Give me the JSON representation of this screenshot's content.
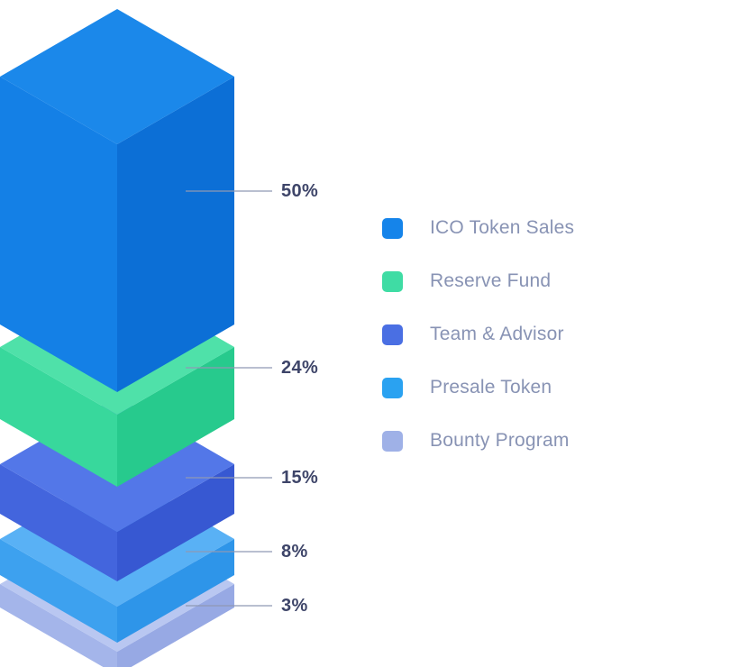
{
  "chart_data": {
    "type": "pie",
    "title": "",
    "categories": [
      "ICO Token Sales",
      "Reserve Fund",
      "Team & Advisor",
      "Presale Token",
      "Bounty Program"
    ],
    "values": [
      50,
      24,
      15,
      8,
      3
    ],
    "unit": "%",
    "data_labels": [
      "50%",
      "24%",
      "15%",
      "8%",
      "3%"
    ],
    "legend_position": "right",
    "layout_hint": "isometric stacked 3D layers, largest on top, leader lines to percentage labels"
  },
  "stack": {
    "layers": [
      {
        "id": "ico-token-sales",
        "name": "ICO Token Sales",
        "percent_label": "50%",
        "faces": {
          "top": "#1b88ea",
          "left": "#1480e6",
          "right": "#0c6fd6"
        }
      },
      {
        "id": "reserve-fund",
        "name": "Reserve Fund",
        "percent_label": "24%",
        "faces": {
          "top": "#4fe1a9",
          "left": "#38d89c",
          "right": "#27ca8d"
        }
      },
      {
        "id": "team-advisor",
        "name": "Team & Advisor",
        "percent_label": "15%",
        "faces": {
          "top": "#5377e8",
          "left": "#4365dd",
          "right": "#3758d2"
        }
      },
      {
        "id": "presale-token",
        "name": "Presale Token",
        "percent_label": "8%",
        "faces": {
          "top": "#59b1f5",
          "left": "#3da1ef",
          "right": "#2e95e9"
        }
      },
      {
        "id": "bounty-program",
        "name": "Bounty Program",
        "percent_label": "3%",
        "faces": {
          "top": "#b9c7f1",
          "left": "#a4b5ea",
          "right": "#97a9e4"
        }
      }
    ]
  },
  "legend": {
    "items": [
      {
        "label": "ICO Token Sales",
        "color": "#1584ea"
      },
      {
        "label": "Reserve Fund",
        "color": "#3fdca4"
      },
      {
        "label": "Team & Advisor",
        "color": "#4a6fe3"
      },
      {
        "label": "Presale Token",
        "color": "#2aa2f1"
      },
      {
        "label": "Bounty Program",
        "color": "#9fb1e7"
      }
    ]
  },
  "style": {
    "leader_line_color": "#8f99b4",
    "percent_text_color": "#3e4569",
    "legend_text_color": "#8893b4",
    "background": "#ffffff"
  }
}
